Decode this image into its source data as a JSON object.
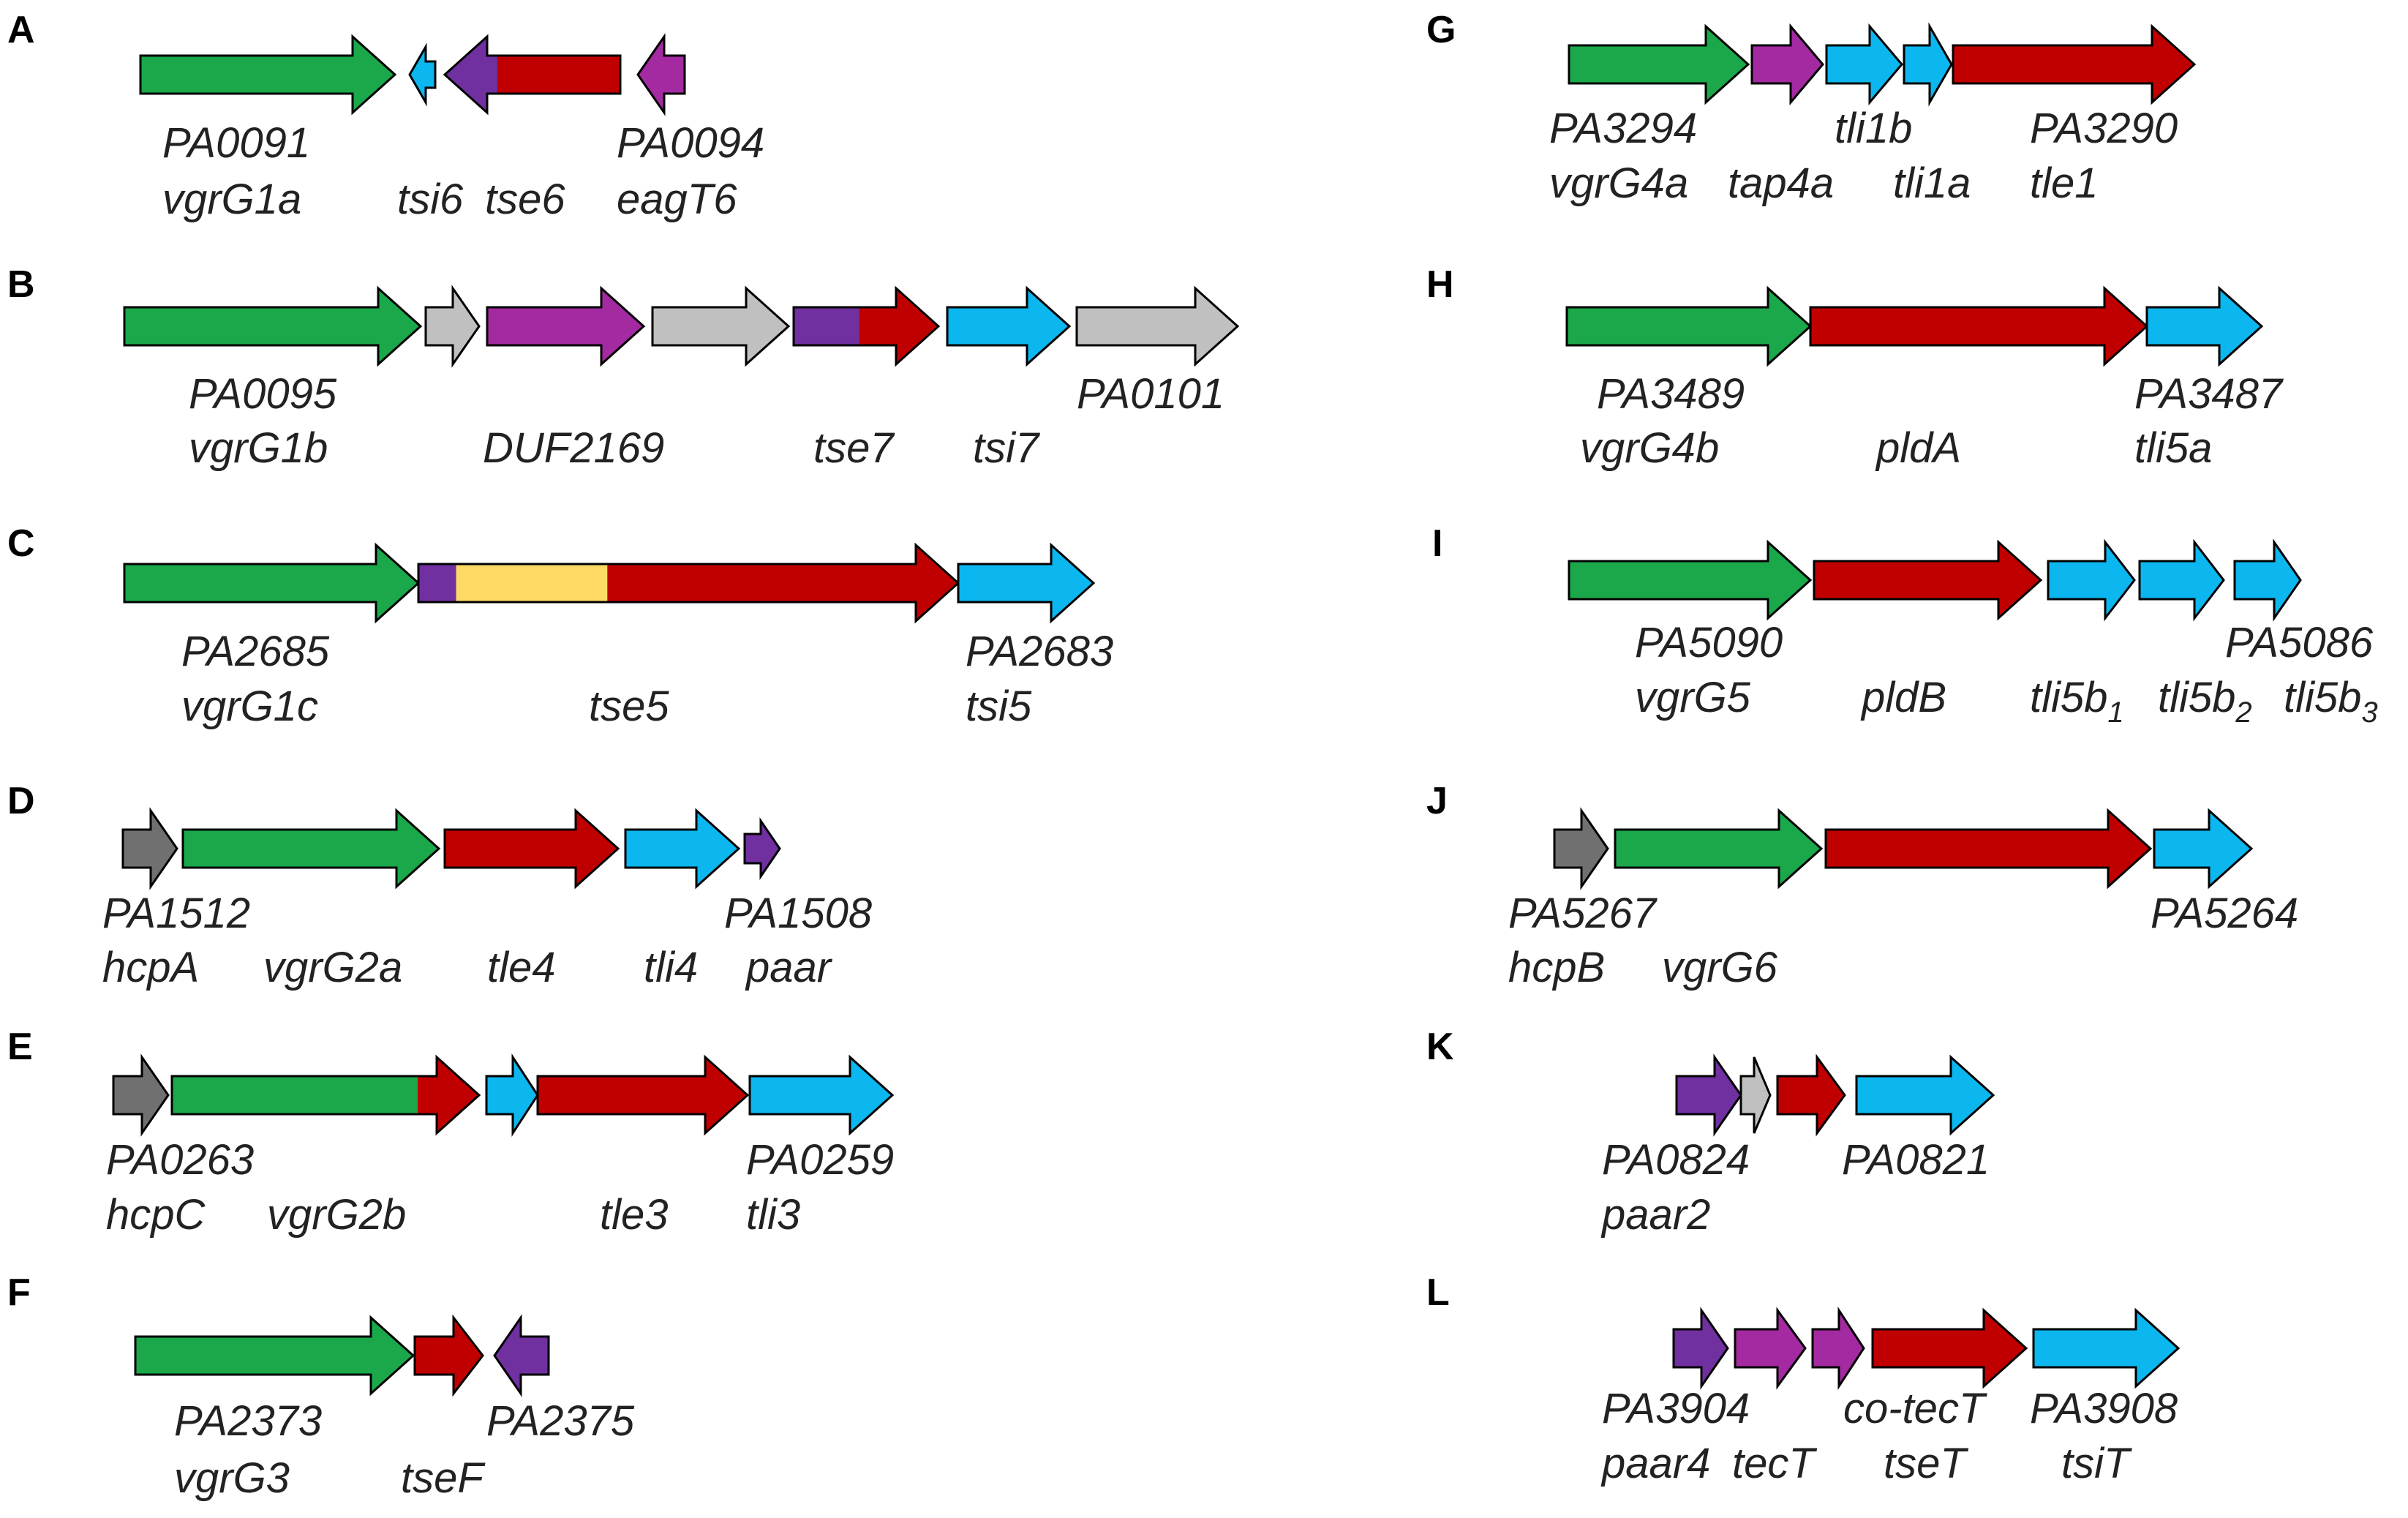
{
  "colors": {
    "vgrG": "#1aa84a",
    "effector": "#c00000",
    "immunity": "#0cb6ef",
    "adaptor": "#a32aa1",
    "paar": "#7030a0",
    "hcp": "#707070",
    "other": "#c0c0c0",
    "middle_domain": "#ffd966"
  },
  "panels": [
    {
      "id": "A",
      "letter": "A",
      "labels": [
        {
          "id": "l1",
          "text": "PA0091"
        },
        {
          "id": "l2",
          "text": "vgrG1a"
        },
        {
          "id": "l3",
          "text": "tsi6"
        },
        {
          "id": "l4",
          "text": "tse6"
        },
        {
          "id": "l5",
          "text": "PA0094"
        },
        {
          "id": "l6",
          "text": "eagT6"
        }
      ]
    },
    {
      "id": "B",
      "letter": "B",
      "labels": [
        {
          "id": "l1",
          "text": "PA0095"
        },
        {
          "id": "l2",
          "text": "vgrG1b"
        },
        {
          "id": "l3",
          "text": "DUF2169"
        },
        {
          "id": "l4",
          "text": "tse7"
        },
        {
          "id": "l5",
          "text": "tsi7"
        },
        {
          "id": "l6",
          "text": "PA0101"
        }
      ]
    },
    {
      "id": "C",
      "letter": "C",
      "labels": [
        {
          "id": "l1",
          "text": "PA2685"
        },
        {
          "id": "l2",
          "text": "vgrG1c"
        },
        {
          "id": "l3",
          "text": "tse5"
        },
        {
          "id": "l4",
          "text": "PA2683"
        },
        {
          "id": "l5",
          "text": "tsi5"
        }
      ]
    },
    {
      "id": "D",
      "letter": "D",
      "labels": [
        {
          "id": "l1",
          "text": "PA1512"
        },
        {
          "id": "l2",
          "text": "hcpA"
        },
        {
          "id": "l3",
          "text": "vgrG2a"
        },
        {
          "id": "l4",
          "text": "tle4"
        },
        {
          "id": "l5",
          "text": "tli4"
        },
        {
          "id": "l6",
          "text": "PA1508"
        },
        {
          "id": "l7",
          "text": "paar"
        }
      ]
    },
    {
      "id": "E",
      "letter": "E",
      "labels": [
        {
          "id": "l1",
          "text": "PA0263"
        },
        {
          "id": "l2",
          "text": "hcpC"
        },
        {
          "id": "l3",
          "text": "vgrG2b"
        },
        {
          "id": "l4",
          "text": "tle3"
        },
        {
          "id": "l5",
          "text": "PA0259"
        },
        {
          "id": "l6",
          "text": "tli3"
        }
      ]
    },
    {
      "id": "F",
      "letter": "F",
      "labels": [
        {
          "id": "l1",
          "text": "PA2373"
        },
        {
          "id": "l2",
          "text": "vgrG3"
        },
        {
          "id": "l3",
          "text": "tseF"
        },
        {
          "id": "l4",
          "text": "PA2375"
        }
      ]
    },
    {
      "id": "G",
      "letter": "G",
      "labels": [
        {
          "id": "l1",
          "text": "PA3294"
        },
        {
          "id": "l2",
          "text": "vgrG4a"
        },
        {
          "id": "l3",
          "text": "tap4a"
        },
        {
          "id": "l4",
          "text": "tli1b"
        },
        {
          "id": "l5",
          "text": "tli1a"
        },
        {
          "id": "l6",
          "text": "PA3290"
        },
        {
          "id": "l7",
          "text": "tle1"
        }
      ]
    },
    {
      "id": "H",
      "letter": "H",
      "labels": [
        {
          "id": "l1",
          "text": "PA3489"
        },
        {
          "id": "l2",
          "text": "vgrG4b"
        },
        {
          "id": "l3",
          "text": "pldA"
        },
        {
          "id": "l4",
          "text": "PA3487"
        },
        {
          "id": "l5",
          "text": "tli5a"
        }
      ]
    },
    {
      "id": "I",
      "letter": "I",
      "labels": [
        {
          "id": "l1",
          "text": "PA5090"
        },
        {
          "id": "l2",
          "text": "vgrG5"
        },
        {
          "id": "l3",
          "text": "pldB"
        },
        {
          "id": "l4",
          "text": "tli5b",
          "sub": "1"
        },
        {
          "id": "l5",
          "text": "tli5b",
          "sub": "2"
        },
        {
          "id": "l6",
          "text": "PA5086"
        },
        {
          "id": "l7",
          "text": "tli5b",
          "sub": "3"
        }
      ]
    },
    {
      "id": "J",
      "letter": "J",
      "labels": [
        {
          "id": "l1",
          "text": "PA5267"
        },
        {
          "id": "l2",
          "text": "hcpB"
        },
        {
          "id": "l3",
          "text": "vgrG6"
        },
        {
          "id": "l4",
          "text": "PA5264"
        }
      ]
    },
    {
      "id": "K",
      "letter": "K",
      "labels": [
        {
          "id": "l1",
          "text": "PA0824"
        },
        {
          "id": "l2",
          "text": "paar2"
        },
        {
          "id": "l3",
          "text": "PA0821"
        }
      ]
    },
    {
      "id": "L",
      "letter": "L",
      "labels": [
        {
          "id": "l1",
          "text": "PA3904"
        },
        {
          "id": "l2",
          "text": "paar4"
        },
        {
          "id": "l3",
          "text": "tecT"
        },
        {
          "id": "l4",
          "text": "co-tecT"
        },
        {
          "id": "l5",
          "text": "tseT"
        },
        {
          "id": "l6",
          "text": "PA3908"
        },
        {
          "id": "l7",
          "text": "tsiT"
        }
      ]
    }
  ]
}
